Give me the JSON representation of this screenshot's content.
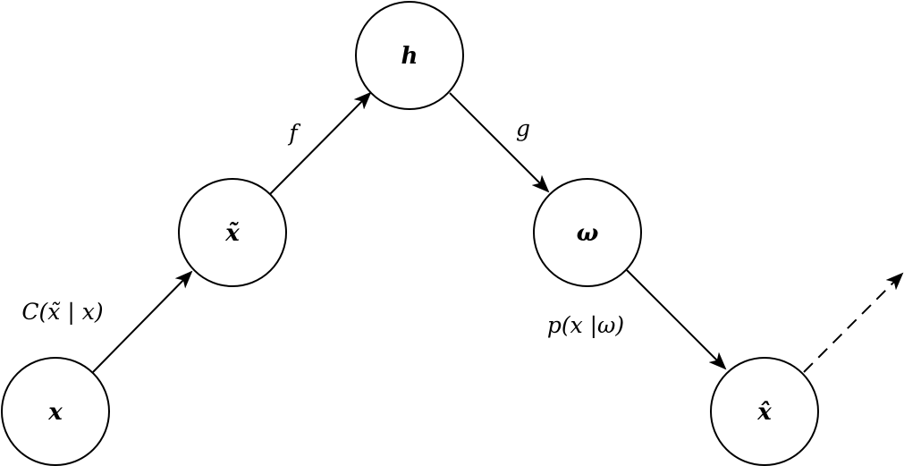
{
  "nodes": {
    "x": "x",
    "x_tilde": "x̃",
    "h": "h",
    "omega": "ω",
    "x_hat": "x̂"
  },
  "edges": {
    "corrupt": "C(x̃ | x)",
    "f": "f",
    "g": "g",
    "likelihood": "p(x |ω)"
  },
  "colors": {
    "stroke": "#000000",
    "background": "#ffffff"
  }
}
